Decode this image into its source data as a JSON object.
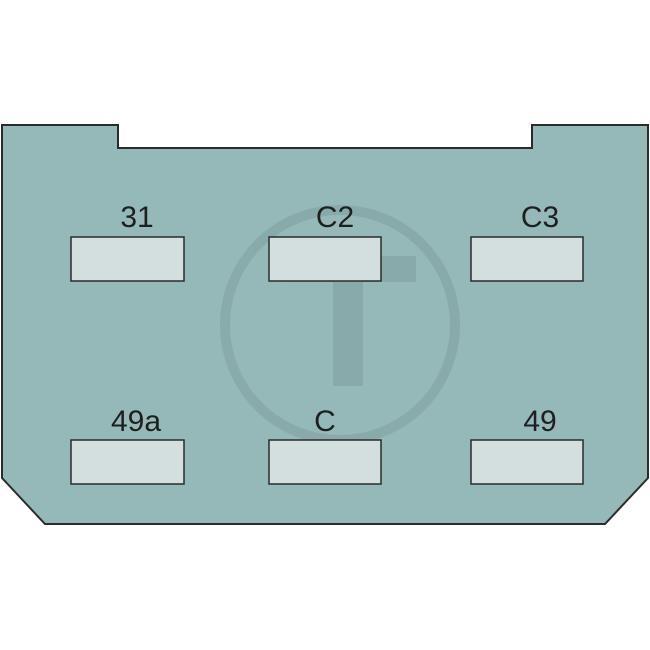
{
  "colors": {
    "housing_fill": "#95b8b8",
    "housing_stroke": "#2b2b2b",
    "terminal_fill": "#d3dfdf",
    "watermark": "#7fa0a0"
  },
  "watermark": {
    "icon": "copyright-t-logo"
  },
  "terminals": [
    {
      "label": "31"
    },
    {
      "label": "C2"
    },
    {
      "label": "C3"
    },
    {
      "label": "49a"
    },
    {
      "label": "C"
    },
    {
      "label": "49"
    }
  ]
}
